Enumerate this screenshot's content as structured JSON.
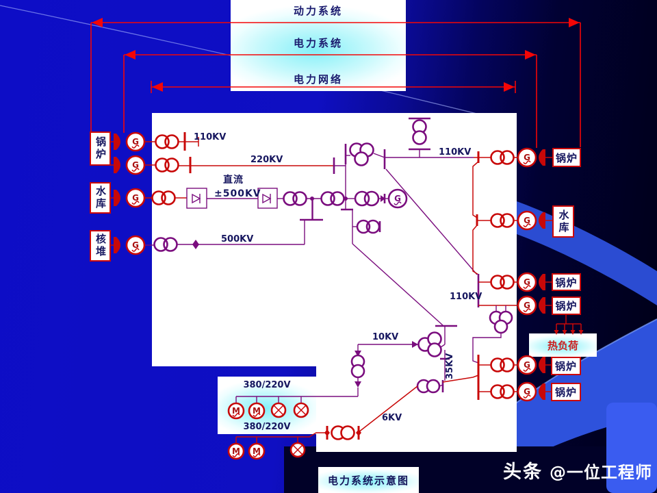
{
  "slide": {
    "system_levels": [
      {
        "label": "动力系统"
      },
      {
        "label": "电力系统"
      },
      {
        "label": "电力网络"
      }
    ],
    "caption": "电力系统示意图",
    "watermark": {
      "brand": "头条",
      "handle": "@一位工程师"
    }
  },
  "plants_left": [
    {
      "label": "锅炉"
    },
    {
      "label": "水库"
    },
    {
      "label": "核堆"
    }
  ],
  "plants_right": [
    {
      "label": "锅炉"
    },
    {
      "label": "水库"
    },
    {
      "label": "锅炉"
    },
    {
      "label": "锅炉"
    },
    {
      "label": "锅炉"
    },
    {
      "label": "锅炉"
    }
  ],
  "heat_load": {
    "label": "热负荷"
  },
  "voltages": {
    "v110_left": "110KV",
    "v220": "220KV",
    "dc_label": "直流",
    "dc_voltage": "±500KV",
    "v500": "500KV",
    "v110_mid": "110KV",
    "v110_right": "110KV",
    "v10": "10KV",
    "v35": "35KV",
    "v6": "6KV",
    "v380_top": "380/220V",
    "v380_bottom": "380/220V"
  },
  "symbols": {
    "generator": "G",
    "motor": "M"
  },
  "colors": {
    "schematic_red": "#c80808",
    "schematic_purple": "#7a0d7e",
    "bracket_red": "#f40606",
    "label_navy": "#16165f",
    "heat_load_text": "#cc2020",
    "background_blue": "#0f0fc2",
    "panel_white": "#ffffff",
    "box_cyan": "#85f0f8"
  }
}
